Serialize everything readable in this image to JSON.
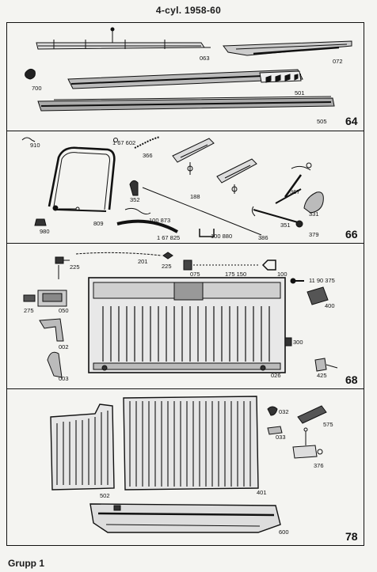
{
  "header": {
    "title": "4-cyl. 1958-60"
  },
  "footer": {
    "label": "Grupp 1"
  },
  "groups": [
    {
      "number": "64",
      "parts": [
        "063",
        "072",
        "700",
        "501",
        "505"
      ]
    },
    {
      "number": "66",
      "parts": [
        "910",
        "1 67 602",
        "366",
        "188",
        "367",
        "352",
        "809",
        "100 873",
        "331",
        "351",
        "980",
        "1 67 825",
        "100 880",
        "386",
        "379"
      ]
    },
    {
      "number": "68",
      "parts": [
        "225",
        "201",
        "225",
        "075",
        "175 150",
        "100",
        "11 90 375",
        "275",
        "050",
        "400",
        "002",
        "300",
        "003",
        "026",
        "425"
      ]
    },
    {
      "number": "78",
      "parts": [
        "032",
        "575",
        "033",
        "376",
        "502",
        "401",
        "600"
      ]
    }
  ]
}
